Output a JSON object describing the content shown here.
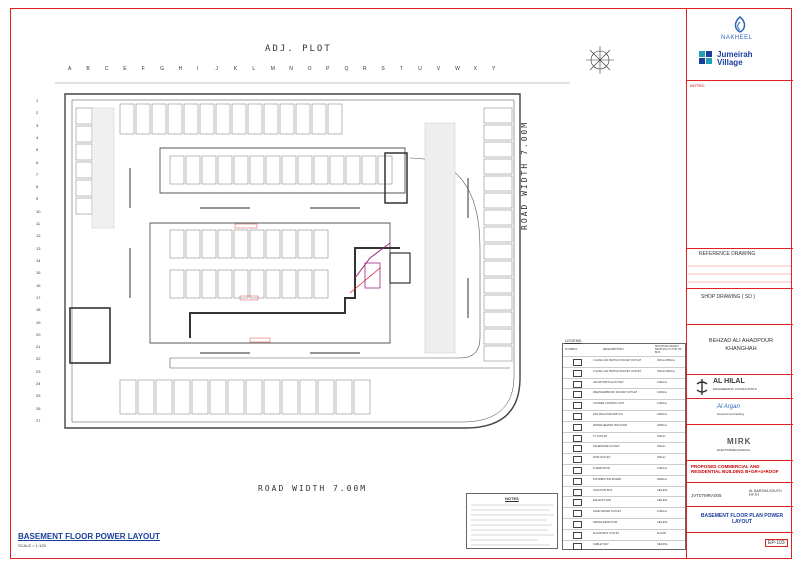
{
  "drawing": {
    "adj_plot": "ADJ. PLOT",
    "road_bottom": "ROAD WIDTH 7.00M",
    "road_right": "ROAD WIDTH 7.00M",
    "title": "BASEMENT FLOOR POWER LAYOUT",
    "scale": "SCALE = 1:125",
    "grid_top": [
      "A",
      "B",
      "C",
      "E",
      "F",
      "G",
      "H",
      "I",
      "J",
      "K",
      "L",
      "M",
      "N",
      "O",
      "P",
      "Q",
      "R",
      "S",
      "T",
      "U",
      "V",
      "W",
      "X",
      "Y"
    ],
    "grid_left": [
      "1",
      "2",
      "3",
      "4",
      "5",
      "6",
      "7",
      "8",
      "9",
      "10",
      "11",
      "12",
      "13",
      "14",
      "15",
      "16",
      "17",
      "18",
      "19",
      "20",
      "21",
      "22",
      "23",
      "24",
      "25",
      "26",
      "27"
    ],
    "notes_title": "NOTES"
  },
  "legend": {
    "title": "LEGEND",
    "columns": [
      "SYMBOL",
      "DESCRIPTION",
      "MOUNTING HEIGHT FROM FFL TO TOP OF BOX"
    ],
    "rows": [
      {
        "desc": "1 GANG 13A SWITCH SOCKET OUTLET",
        "h": "300mm/450mm"
      },
      {
        "desc": "2 GANG 13A SWITCH SOCKET OUTLET",
        "h": "300mm/450mm"
      },
      {
        "desc": "20A DP SWITCH OUTLET",
        "h": "1200mm"
      },
      {
        "desc": "WEATHERPROOF SOCKET OUTLET",
        "h": "1200mm"
      },
      {
        "desc": "COOKER CONTROL UNIT",
        "h": "1200mm"
      },
      {
        "desc": "FAN ISOLATOR SWITCH",
        "h": "2400mm"
      },
      {
        "desc": "WATER HEATER ISOLATOR",
        "h": "1800mm"
      },
      {
        "desc": "TV OUTLET",
        "h": "300mm"
      },
      {
        "desc": "TELEPHONE OUTLET",
        "h": "300mm"
      },
      {
        "desc": "DATA OUTLET",
        "h": "300mm"
      },
      {
        "desc": "FUSED SPUR",
        "h": "1200mm"
      },
      {
        "desc": "DISTRIBUTION BOARD",
        "h": "1800mm"
      },
      {
        "desc": "JUNCTION BOX",
        "h": "CEILING"
      },
      {
        "desc": "EXHAUST FAN",
        "h": "CEILING"
      },
      {
        "desc": "HAND DRYER OUTLET",
        "h": "1200mm"
      },
      {
        "desc": "SMOKE DETECTOR",
        "h": "CEILING"
      },
      {
        "desc": "FLOOR BOX OUTLET",
        "h": "FLOOR"
      },
      {
        "desc": "CABLE TRAY",
        "h": "CEILING"
      }
    ]
  },
  "titleblock": {
    "client": "NAKHEEL",
    "project_brand": "Jumeirah Village",
    "notes_label": "NOTES:",
    "reference": "REFERENCE DRAWING",
    "shop_drawing": "SHOP DRAWING ( SD )",
    "owner": "BEHZAD ALI AHADPOUR KHANGHAH",
    "consultant": "AL HILAL",
    "consultant_sub": "ENGINEERING CONSULTANTS",
    "contractor": "Al Argan",
    "contractor_sub": "General Contracting",
    "mep": "MIRK",
    "mep_sub": "ELECTROMECHANICAL",
    "project_title": "PROPOSED COMMERCIAL AND RESIDENTIAL BUILDING B+GR+4+ROOF",
    "plot_no": "JVT07MRA005",
    "location": "AL BARSHA SOUTH FIFTH",
    "drawing_title": "BASEMENT FLOOR PLAN POWER LAYOUT",
    "drawing_no": "EP-103",
    "colors": {
      "border": "#dd2222",
      "accent_blue": "#1a3e9c",
      "nakheel_blue": "#2a67b8",
      "jv_teal": "#22a0b4"
    }
  }
}
